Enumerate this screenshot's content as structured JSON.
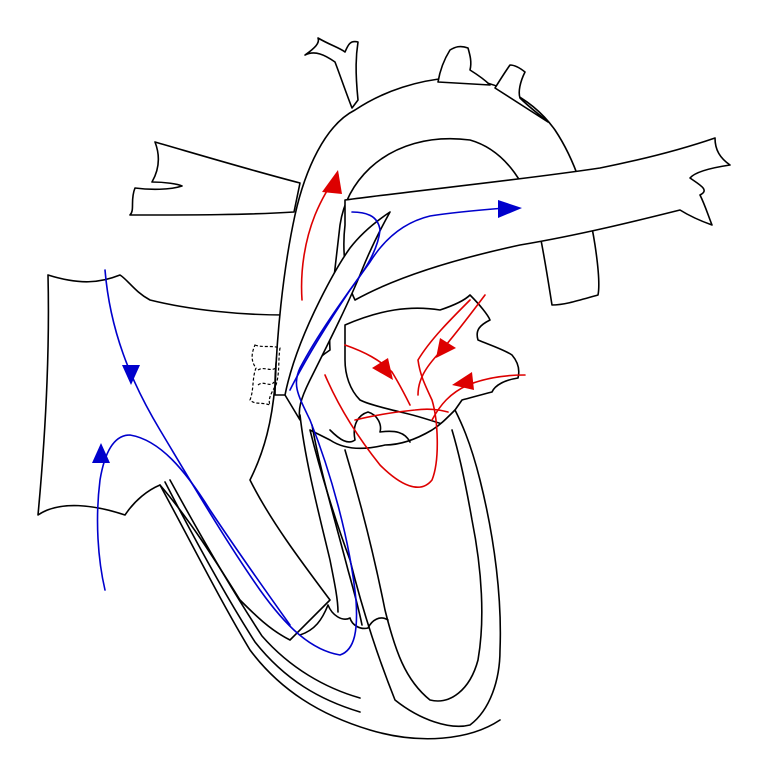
{
  "colors": {
    "outline": "#000000",
    "oxygen_poor_flow": "#0000cc",
    "oxygen_rich_flow": "#dd0000",
    "background": "#ffffff"
  },
  "flows": [
    {
      "name": "deoxygenated-blood-path",
      "color": "blue",
      "arrowheads": 3
    },
    {
      "name": "oxygenated-blood-path",
      "color": "red",
      "arrowheads": 4
    }
  ]
}
